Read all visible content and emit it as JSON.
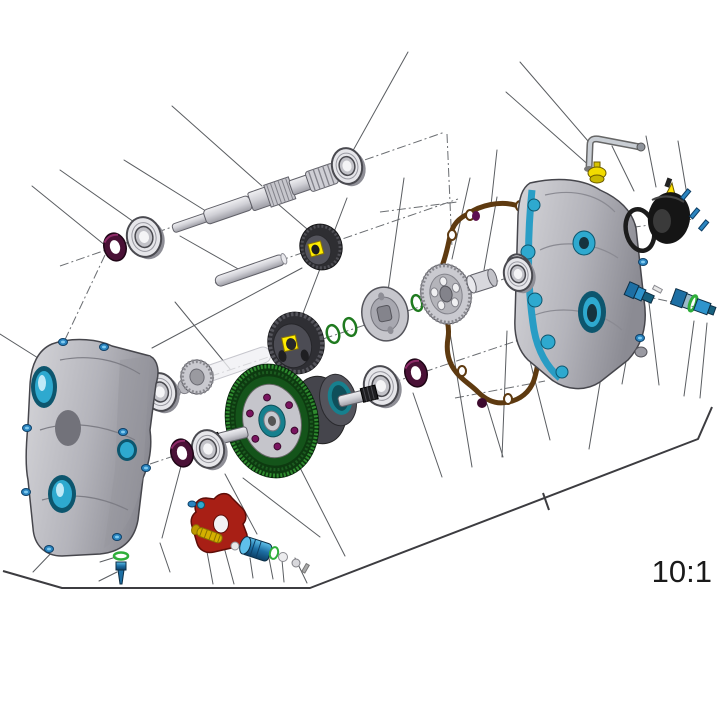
{
  "scale_label": "10:1",
  "diagram": {
    "type": "exploded-parts-view",
    "subject": "gearbox-transmission-assembly",
    "parts": [
      {
        "name": "front-case-half",
        "color": "gray",
        "accents": [
          "cyan-bearing-bores",
          "blue-bolts"
        ]
      },
      {
        "name": "rear-case-half",
        "color": "gray",
        "accents": [
          "cyan-mating-edge",
          "teal-bore"
        ]
      },
      {
        "name": "case-gasket",
        "color": "brown"
      },
      {
        "name": "input-shaft",
        "color": "silver"
      },
      {
        "name": "idler-shaft",
        "color": "silver"
      },
      {
        "name": "ball-bearing",
        "count": 7,
        "color": "silver"
      },
      {
        "name": "oil-seal",
        "count": 3,
        "color": "dark-purple"
      },
      {
        "name": "idler-gear-yellow-key",
        "color": "dark-gray"
      },
      {
        "name": "driven-gear-yellow-key",
        "color": "dark-gray"
      },
      {
        "name": "output-ring-gear",
        "color": "green"
      },
      {
        "name": "differential-carrier",
        "color": "silver",
        "accents": [
          "purple-bolts",
          "teal-hub"
        ]
      },
      {
        "name": "sprocket-gear",
        "color": "silver"
      },
      {
        "name": "flange-hub",
        "color": "silver"
      },
      {
        "name": "snap-ring",
        "count": 3,
        "color": "green"
      },
      {
        "name": "spacer-bushing",
        "color": "silver"
      },
      {
        "name": "vent-tube",
        "color": "silver"
      },
      {
        "name": "breather-fitting",
        "color": "yellow"
      },
      {
        "name": "rubber-boot",
        "color": "black",
        "accents": [
          "yellow-wedge"
        ]
      },
      {
        "name": "boot-gasket-ring",
        "color": "black"
      },
      {
        "name": "speed-sensor",
        "count": 2,
        "color": "blue",
        "accents": [
          "green-o-ring"
        ]
      },
      {
        "name": "shift-detent-bracket",
        "color": "red"
      },
      {
        "name": "detent-spring",
        "color": "gold"
      },
      {
        "name": "detent-plug",
        "color": "blue"
      },
      {
        "name": "detent-balls",
        "color": "white"
      },
      {
        "name": "drain-plug",
        "color": "blue",
        "accents": [
          "green-washer"
        ]
      }
    ]
  },
  "colors": {
    "ink": "#1a1a1a",
    "leader": "#5a5d61",
    "axis": "#6b6e72",
    "frame": "#3c3c40",
    "cyan": "#2ea9cf",
    "teal": "#16808e",
    "bolt": "#2b85c0",
    "seal": "#4a1136",
    "snapring": "#1f7a1f",
    "gasket": "#5e3a10",
    "green-gear": "#14541a",
    "key-yellow": "#ffec00",
    "bracket-red": "#a81f15",
    "spring-gold": "#d4af00",
    "boot-black": "#151515"
  }
}
